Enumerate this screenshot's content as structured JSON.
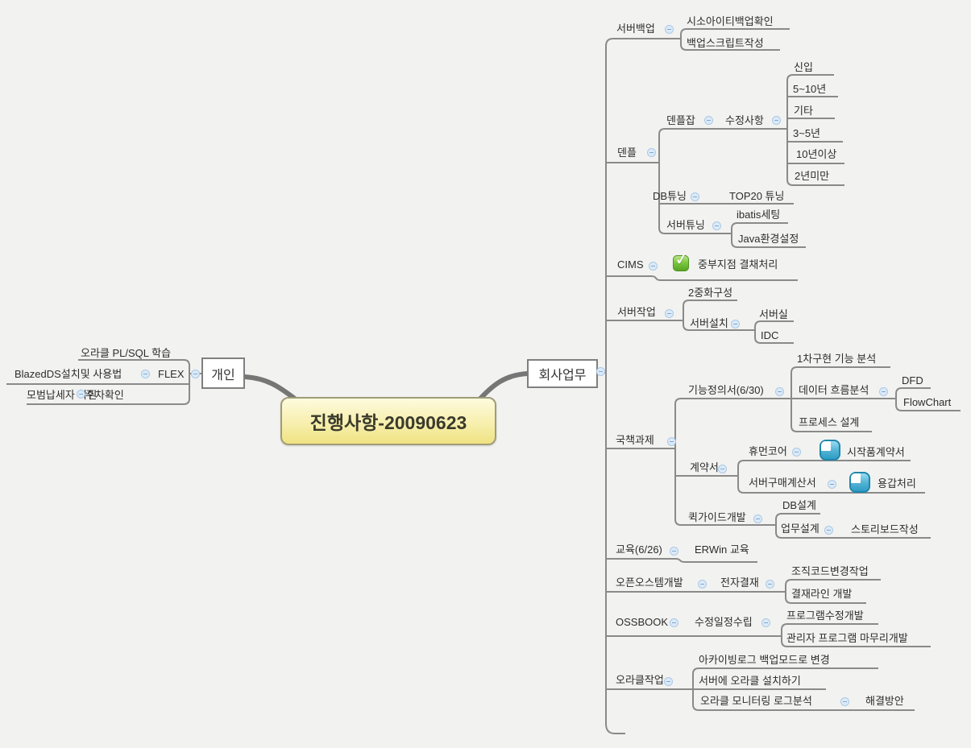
{
  "app": "mindmap-canvas",
  "root": {
    "label": "진행사항-20090623"
  },
  "branches": {
    "left": {
      "label": "개인"
    },
    "right": {
      "label": "회사업무"
    }
  },
  "colors": {
    "background": "#f2f2f0",
    "connector_line": "#8a8a8a",
    "branch_curve": "#767676",
    "center_fill_top": "#fdfbdd",
    "center_fill_bottom": "#efe382",
    "center_border": "#a09c7a",
    "box_border": "#7f7f7f",
    "text": "#2d2d2d",
    "collapse_fill": "#dceaf8",
    "collapse_border": "#aac9e6",
    "done_icon_green": "#7cc940",
    "progress_icon_blue": "#55b5d6"
  },
  "tree": {
    "left": [
      {
        "id": "oracleplsql",
        "label": "오라클 PL/SQL 학습"
      },
      {
        "id": "flex",
        "label": "FLEX",
        "children": [
          {
            "id": "blazeds",
            "label": "BlazedDS설치및 사용법"
          }
        ]
      },
      {
        "id": "parking",
        "label": "주차확인",
        "children": [
          {
            "id": "mobeom",
            "label": "모범납세자 확인"
          }
        ]
      }
    ],
    "right": [
      {
        "id": "svbackup",
        "label": "서버백업",
        "children": [
          {
            "id": "siso",
            "label": "시소아이티백업확인"
          },
          {
            "id": "bscript",
            "label": "백업스크립트작성"
          }
        ]
      },
      {
        "id": "denple",
        "label": "덴플",
        "children": [
          {
            "id": "denplejab",
            "label": "덴플잡",
            "children": [
              {
                "id": "sujeong",
                "label": "수정사항",
                "children": [
                  {
                    "id": "sinip",
                    "label": "신입"
                  },
                  {
                    "id": "y510",
                    "label": "5~10년"
                  },
                  {
                    "id": "gita",
                    "label": "기타"
                  },
                  {
                    "id": "y35",
                    "label": "3~5년"
                  },
                  {
                    "id": "y10",
                    "label": "10년이상"
                  },
                  {
                    "id": "y2",
                    "label": "2년미만"
                  }
                ]
              }
            ]
          },
          {
            "id": "dbtuning",
            "label": "DB튜닝",
            "children": [
              {
                "id": "top20",
                "label": "TOP20 튜닝"
              }
            ]
          },
          {
            "id": "svtuning",
            "label": "서버튜닝",
            "children": [
              {
                "id": "ibatis",
                "label": "ibatis세팅"
              },
              {
                "id": "javaenv",
                "label": "Java환경설정"
              }
            ]
          }
        ]
      },
      {
        "id": "cims",
        "label": "CIMS",
        "children": [
          {
            "id": "jungbu",
            "label": "중부지점 결채처리",
            "icon": "done-check-icon"
          }
        ]
      },
      {
        "id": "svwork",
        "label": "서버작업",
        "children": [
          {
            "id": "junghwa",
            "label": "2중화구성"
          },
          {
            "id": "svinstall",
            "label": "서버설치",
            "children": [
              {
                "id": "svroom",
                "label": "서버실"
              },
              {
                "id": "idc",
                "label": "IDC"
              }
            ]
          }
        ]
      },
      {
        "id": "gukchaek",
        "label": "국책과제",
        "children": [
          {
            "id": "ginengdef",
            "label": "기능정의서(6/30)",
            "children": [
              {
                "id": "cha1",
                "label": "1차구현 기능 분석"
              },
              {
                "id": "dataflow",
                "label": "데이터 흐름분석",
                "children": [
                  {
                    "id": "dfd",
                    "label": "DFD"
                  },
                  {
                    "id": "flowchart",
                    "label": "FlowChart"
                  }
                ]
              },
              {
                "id": "process",
                "label": "프로세스 설계"
              }
            ]
          },
          {
            "id": "gyeyak",
            "label": "계약서",
            "children": [
              {
                "id": "human",
                "label": "휴먼코어",
                "children": [
                  {
                    "id": "sijak",
                    "label": "시작품계약서",
                    "icon": "progress-quarter-icon"
                  }
                ]
              },
              {
                "id": "svbuy",
                "label": "서버구매계산서",
                "children": [
                  {
                    "id": "yonggap",
                    "label": "용갑처리",
                    "icon": "progress-quarter-icon"
                  }
                ]
              }
            ]
          },
          {
            "id": "quickguide",
            "label": "퀵가이드개발",
            "children": [
              {
                "id": "dbdesign",
                "label": "DB설계"
              },
              {
                "id": "upmu",
                "label": "업무설계",
                "children": [
                  {
                    "id": "storyboard",
                    "label": "스토리보드작성"
                  }
                ]
              }
            ]
          }
        ]
      },
      {
        "id": "gyoyuk",
        "label": "교육(6/26)",
        "children": [
          {
            "id": "erwin",
            "label": "ERWin 교육"
          }
        ]
      },
      {
        "id": "openos",
        "label": "오픈오스템개발",
        "children": [
          {
            "id": "jeonja",
            "label": "전자결재",
            "children": [
              {
                "id": "jojik",
                "label": "조직코드변경작업"
              },
              {
                "id": "gyeoljaeline",
                "label": "결재라인 개발"
              }
            ]
          }
        ]
      },
      {
        "id": "ossbook",
        "label": "OSSBOOK",
        "children": [
          {
            "id": "sujeongiljeong",
            "label": "수정일정수립",
            "children": [
              {
                "id": "progdev",
                "label": "프로그램수정개발"
              },
              {
                "id": "gwanlija",
                "label": "관리자 프로그램 마무리개발"
              }
            ]
          }
        ]
      },
      {
        "id": "oraclework",
        "label": "오라클작업",
        "children": [
          {
            "id": "archiving",
            "label": "아카이빙로그 백업모드로 변경"
          },
          {
            "id": "svoracle",
            "label": "서버에 오라클 설치하기"
          },
          {
            "id": "monitoring",
            "label": "오라클 모니터링 로그분석",
            "children": [
              {
                "id": "haegyeol",
                "label": "해결방안"
              }
            ]
          }
        ]
      }
    ]
  }
}
